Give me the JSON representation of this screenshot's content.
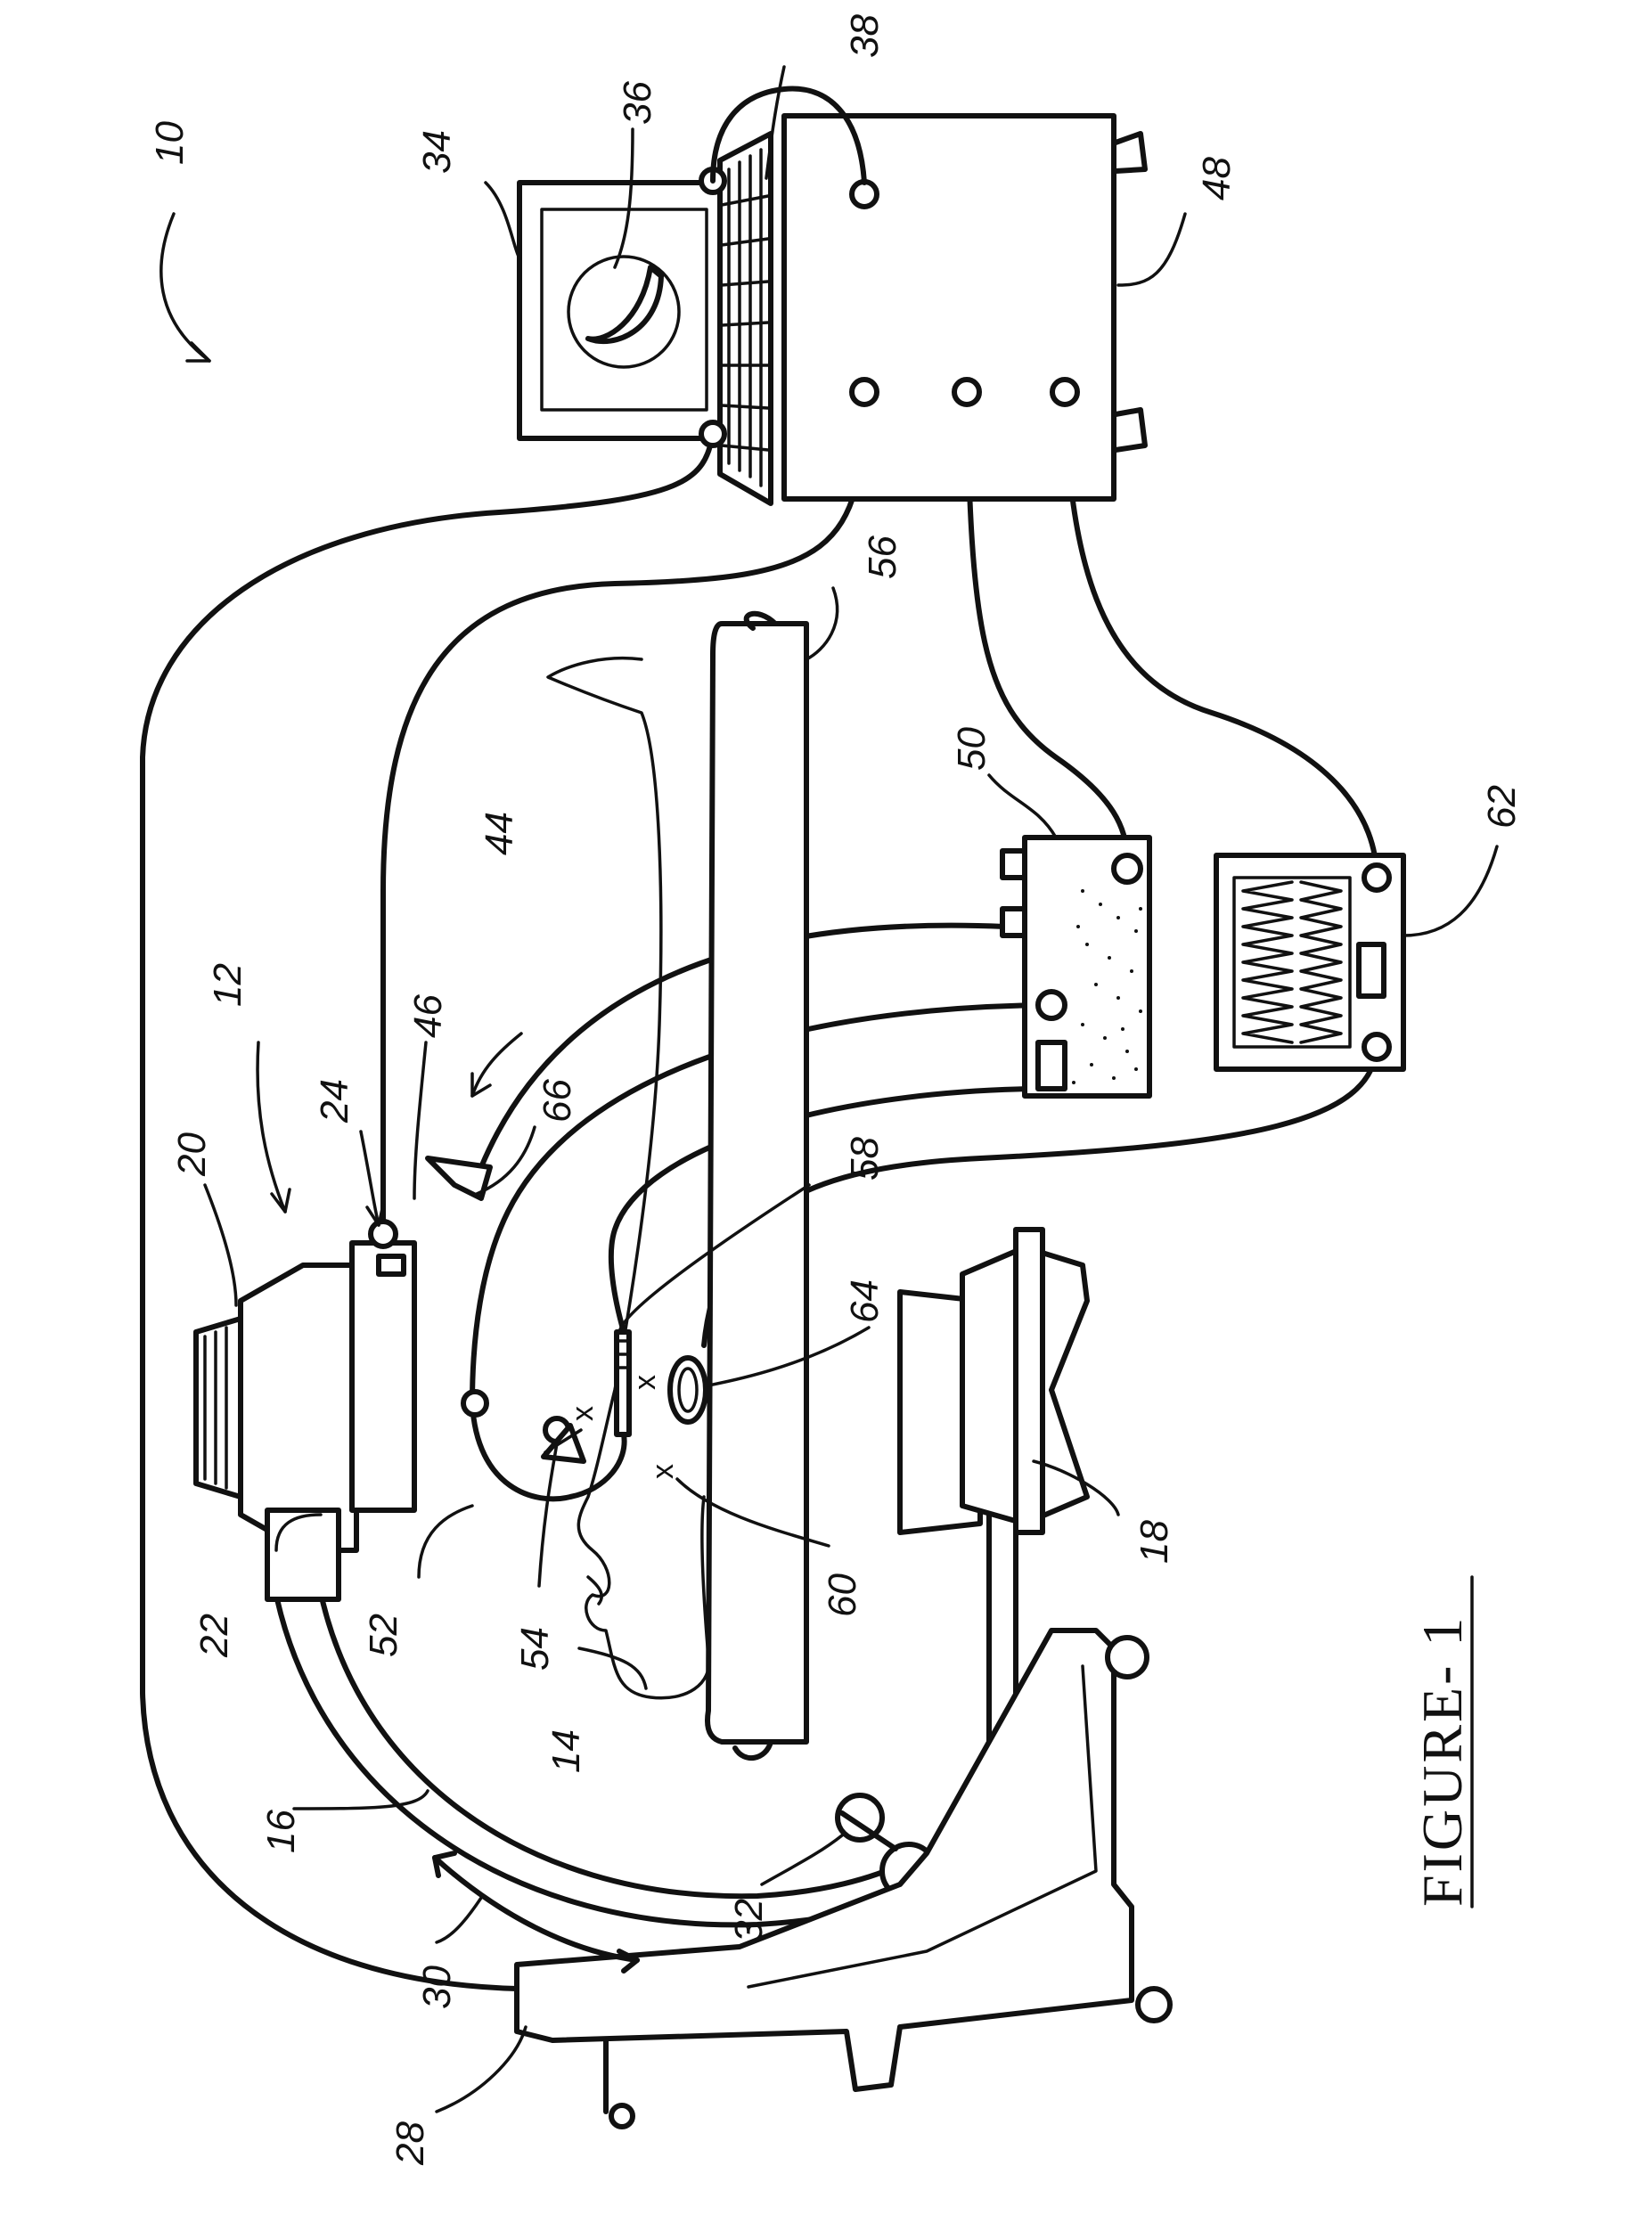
{
  "figure": {
    "caption": "FIGURE- 1"
  },
  "reference_numerals": [
    {
      "id": "10",
      "text": "10"
    },
    {
      "id": "12",
      "text": "12"
    },
    {
      "id": "14",
      "text": "14"
    },
    {
      "id": "16",
      "text": "16"
    },
    {
      "id": "18",
      "text": "18"
    },
    {
      "id": "20",
      "text": "20"
    },
    {
      "id": "22",
      "text": "22"
    },
    {
      "id": "24",
      "text": "24"
    },
    {
      "id": "28",
      "text": "28"
    },
    {
      "id": "30",
      "text": "30"
    },
    {
      "id": "32",
      "text": "32"
    },
    {
      "id": "34",
      "text": "34"
    },
    {
      "id": "36",
      "text": "36"
    },
    {
      "id": "38",
      "text": "38"
    },
    {
      "id": "44",
      "text": "44"
    },
    {
      "id": "46",
      "text": "46"
    },
    {
      "id": "48",
      "text": "48"
    },
    {
      "id": "50",
      "text": "50"
    },
    {
      "id": "52",
      "text": "52"
    },
    {
      "id": "54",
      "text": "54"
    },
    {
      "id": "56",
      "text": "56"
    },
    {
      "id": "58",
      "text": "58"
    },
    {
      "id": "60",
      "text": "60"
    },
    {
      "id": "62",
      "text": "62"
    },
    {
      "id": "64",
      "text": "64"
    },
    {
      "id": "66",
      "text": "66"
    }
  ],
  "markers": {
    "x_mark": "x"
  }
}
